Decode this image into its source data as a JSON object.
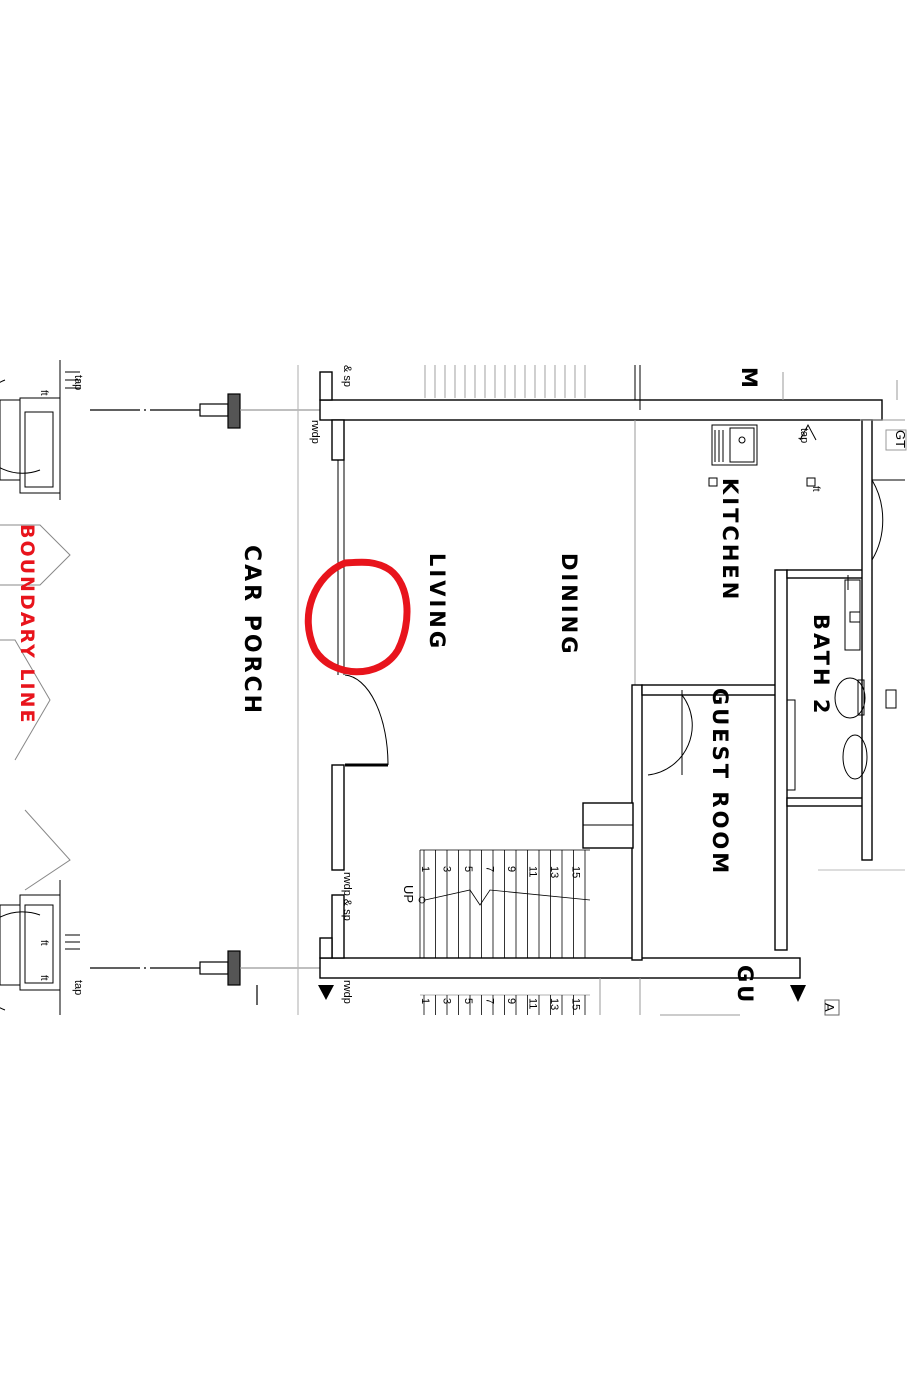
{
  "rooms": {
    "car_porch": "CAR PORCH",
    "living": "LIVING",
    "dining": "DINING",
    "kitchen": "KITCHEN",
    "bath_2": "BATH 2",
    "guest_room": "GUEST ROOM",
    "partial_top": "M",
    "partial_bottom": "GU"
  },
  "boundary_line": "BOUNDARY LINE",
  "labels": {
    "tap_1": "tap",
    "tap_2": "tap",
    "tap_3": "tap",
    "ft_1": "ft",
    "ft_2": "ft",
    "ft_3": "ft",
    "ft_4": "ft",
    "rwdp_sp_top": "& sp",
    "rwdp_top": "rwdp",
    "rwdp_sp_bottom": "rwdp & sp",
    "rwdp_bottom": "rwdp",
    "gt": "GT",
    "up": "UP",
    "partial_a": "A"
  },
  "stair_numbers": [
    "1",
    "3",
    "5",
    "7",
    "9",
    "11",
    "13",
    "15"
  ],
  "stair_numbers_lower": [
    "1",
    "3",
    "5",
    "7",
    "9",
    "11",
    "13",
    "15"
  ],
  "colors": {
    "line": "#000000",
    "wall_fill": "#ffffff",
    "boundary": "#e8141c",
    "highlight": "#e8141c",
    "column": "#555555"
  }
}
